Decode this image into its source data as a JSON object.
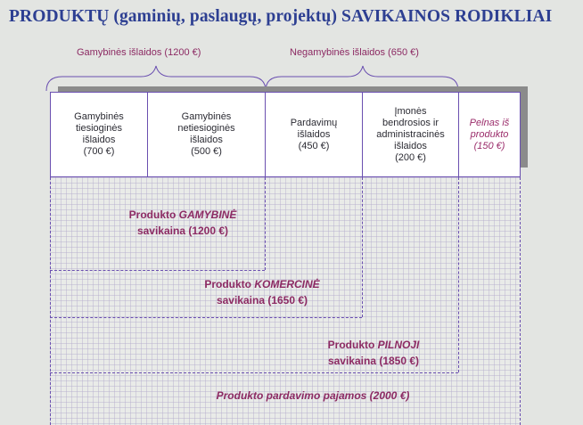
{
  "title": "PRODUKTŲ (gaminių, paslaugų, projektų) SAVIKAINOS RODIKLIAI",
  "groups": {
    "production": "Gamybinės išlaidos (1200 €)",
    "non_production": "Negamybinės išlaidos (650 €)"
  },
  "cells": {
    "direct": "Gamybinės\ntiesioginės\nišlaidos\n(700 €)",
    "indirect": "Gamybinės\nnetiesioginės\nišlaidos\n(500 €)",
    "sales": "Pardavimų\nišlaidos\n(450 €)",
    "admin": "Įmonės\nbendrosios ir\nadministracinės\nišlaidos\n(200 €)",
    "profit": "Pelnas iš\nprodukto\n(150 €)"
  },
  "cost_levels": {
    "production": {
      "pre": "Produkto ",
      "emph": "GAMYBINĖ",
      "post": "savikaina (1200 €)"
    },
    "commercial": {
      "pre": "Produkto ",
      "emph": "KOMERCINĖ",
      "post": "savikaina (1650 €)"
    },
    "full": {
      "pre": "Produkto ",
      "emph": "PILNOJI",
      "post": "savikaina (1850 €)"
    },
    "revenue": "Produkto pardavimo pajamos (2000 €)"
  },
  "colors": {
    "title": "#2d3f92",
    "accent": "#8c2a63",
    "border": "#6a4fb0",
    "background": "#e3e5e2",
    "shadow": "#8b8b8b"
  }
}
